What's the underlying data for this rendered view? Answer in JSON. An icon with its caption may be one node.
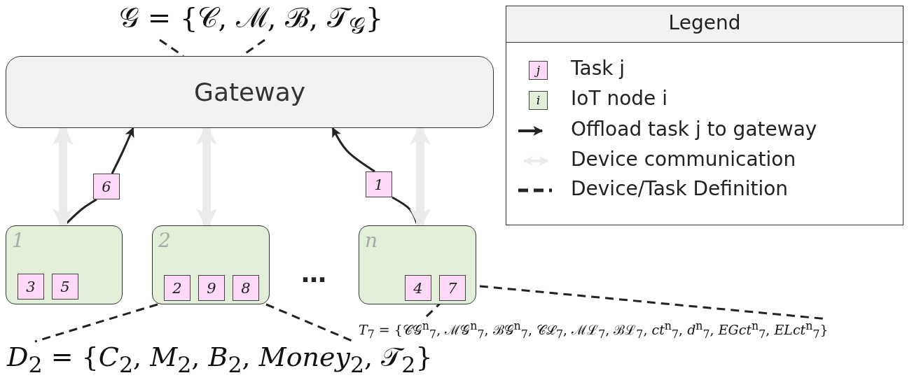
{
  "diagram": {
    "nodes": [
      {
        "text": [
          "Gateway"
        ]
      },
      {
        "text": [
          "𝒢 = {𝒞, ℳ, ℬ, 𝒯$_{𝒢}$}"
        ]
      },
      {
        "text": [
          "1"
        ]
      },
      {
        "text": [
          "3"
        ],
        "in": 2
      },
      {
        "text": [
          "5"
        ],
        "in": 2
      },
      {
        "text": [
          "2"
        ]
      },
      {
        "text": [
          "2"
        ],
        "in": 5
      },
      {
        "text": [
          "9"
        ],
        "in": 5
      },
      {
        "text": [
          "8"
        ],
        "in": 5
      },
      {
        "text": [
          "n"
        ]
      },
      {
        "text": [
          "4"
        ],
        "in": 9
      },
      {
        "text": [
          "7"
        ],
        "in": 9
      },
      {
        "text": [
          "*D*$_{2}$ = {*C*$_{2}$, *M*$_{2}$, *B*$_{2}$, *Money*$_{2}$, 𝒯$_{2}$}"
        ]
      },
      {
        "text": [
          "*T*$_{7}$ = {𝒞𝒢$^{n}$$_{7}$, ℳ𝒢$^{n}$$_{7}$, ℬ𝒢$^{n}$$_{7}$, 𝒞ℒ$_{7}$, ℳℒ$_{7}$, ℬℒ$_{7}$, *ct*$^{n}$$_{7}$, *d*$^{n}$$_{7}$, *EGct*$^{n}$$_{7}$, *ELct*$^{n}$$_{7}$}"
        ]
      },
      {
        "text": [
          "6"
        ]
      },
      {
        "text": [
          "1"
        ]
      }
    ],
    "edges": [
      {
        "from": 1,
        "to": 0,
        "arrow": "none",
        "style": "dashed"
      },
      {
        "from": 1,
        "to": 0,
        "arrow": "none",
        "style": "dashed"
      },
      {
        "from": 2,
        "to": 14,
        "arrow": "none"
      },
      {
        "from": 14,
        "to": 0,
        "arrow": "to"
      },
      {
        "from": 9,
        "to": 15,
        "arrow": "none"
      },
      {
        "from": 15,
        "to": 0,
        "arrow": "to"
      },
      {
        "from": 2,
        "to": 0,
        "arrow": "both",
        "style": "thick",
        "color": "#ebebeb"
      },
      {
        "from": 5,
        "to": 0,
        "arrow": "both",
        "style": "thick",
        "color": "#ebebeb"
      },
      {
        "from": 9,
        "to": 0,
        "arrow": "both",
        "style": "thick",
        "color": "#ebebeb"
      },
      {
        "from": 5,
        "to": 12,
        "arrow": "none",
        "style": "dashed"
      },
      {
        "from": 5,
        "to": 12,
        "arrow": "none",
        "style": "dashed"
      },
      {
        "from": 11,
        "to": 13,
        "arrow": "none",
        "style": "dashed"
      },
      {
        "from": 11,
        "to": 13,
        "arrow": "none",
        "style": "dashed"
      }
    ],
    "labels": [
      "Legend",
      "j",
      "i",
      "…"
    ],
    "legend": [
      {
        "text": "Task j",
        "color": "#ffd9f7"
      },
      {
        "text": "IoT node i",
        "color": "#e2efd9"
      },
      {
        "text": "Offload task j to gateway"
      },
      {
        "text": "Device communication"
      },
      {
        "text": "Device/Task Definition"
      }
    ]
  }
}
